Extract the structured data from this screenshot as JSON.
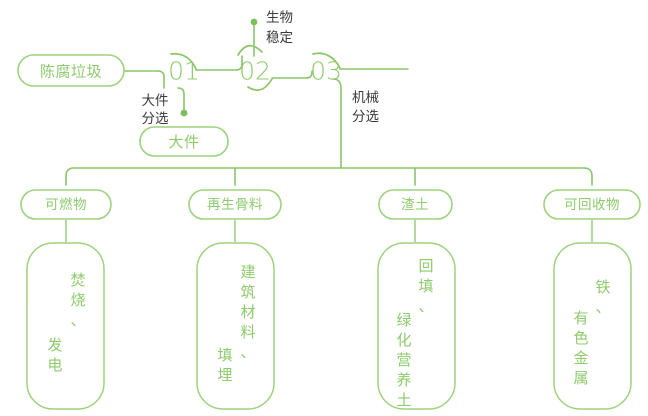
{
  "diagram": {
    "type": "process-flowchart",
    "accent_color": "#8ecb6c",
    "line_color": "#8cc56a",
    "label_color": "#3a3a3a",
    "background": "#ffffff",
    "source": {
      "label": "陈腐垃圾"
    },
    "stages": [
      {
        "number": "01",
        "process": "大件\n分选",
        "process_line1": "大件",
        "process_line2": "分选"
      },
      {
        "number": "02",
        "process": "生物\n稳定",
        "process_line1": "生物",
        "process_line2": "稳定"
      },
      {
        "number": "03",
        "process": "机械\n分选",
        "process_line1": "机械",
        "process_line2": "分选"
      }
    ],
    "side_output": {
      "label": "大件"
    },
    "outputs": [
      {
        "label": "可燃物",
        "destination_chars": [
          "焚",
          "烧",
          "、",
          "发",
          "电"
        ],
        "destination_col1": [
          "焚",
          "烧",
          "、"
        ],
        "destination_col2": [
          "发",
          "电"
        ]
      },
      {
        "label": "再生骨料",
        "destination_chars": [
          "建",
          "筑",
          "材",
          "料",
          "、",
          "填",
          "埋"
        ],
        "destination_col1": [
          "建",
          "筑",
          "材",
          "料",
          "、"
        ],
        "destination_col2": [
          "填",
          "埋"
        ]
      },
      {
        "label": "渣土",
        "destination_chars": [
          "回",
          "填",
          "、",
          "绿",
          "化",
          "营",
          "养",
          "土"
        ],
        "destination_col1": [
          "回",
          "填",
          "、"
        ],
        "destination_col2": [
          "绿",
          "化",
          "营",
          "养",
          "土"
        ]
      },
      {
        "label": "可回收物",
        "destination_chars": [
          "铁",
          "、",
          "有",
          "色",
          "金",
          "属"
        ],
        "destination_col1": [
          "铁",
          "、"
        ],
        "destination_col2": [
          "有",
          "色",
          "金",
          "属"
        ]
      }
    ]
  }
}
